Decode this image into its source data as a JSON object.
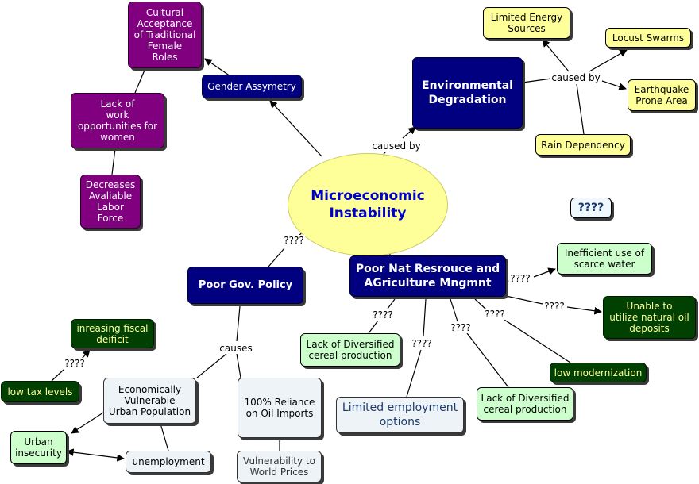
{
  "center": {
    "text": "Microeconomic\nInstability"
  },
  "nodes": {
    "gender_assymetry": "Gender Assymetry",
    "cultural_acceptance": "Cultural\nAcceptance\nof Traditional\nFemale\nRoles",
    "lack_work": "Lack of\nwork\nopportunities for\nwomen",
    "decreases_labor": "Decreases\nAvaliable\nLabor\nForce",
    "environmental": "Environmental\nDegradation",
    "limited_energy": "Limited Energy\nSources",
    "locust": "Locust Swarms",
    "earthquake": "Earthquake\nProne Area",
    "rain": "Rain Dependency",
    "unknown_box": "????",
    "poor_gov": "Poor Gov. Policy",
    "poor_nat": "Poor Nat Resrouce and\nAGriculture Mngmnt",
    "inefficient_water": "Inefficient use of\nscarce water",
    "unable_oil": "Unable to\nutilize natural oil\ndeposits",
    "low_modern": "low modernization",
    "lack_div_1": "Lack of Diversified\ncereal production",
    "lack_div_2": "Lack of Diversified\ncereal production",
    "limited_employment": "Limited employment\noptions",
    "fiscal_deficit": "inreasing fiscal\ndeificit",
    "low_tax": "low tax levels",
    "econ_vulnerable": "Economically\nVulnerable\nUrban Population",
    "oil_imports": "100% Reliance\non Oil Imports",
    "vuln_prices": "Vulnerability to\nWorld Prices",
    "urban_insecurity": "Urban\ninsecurity",
    "unemployment": "unemployment"
  },
  "edge_labels": {
    "caused_by_env": "caused by",
    "caused_by_right": "caused by",
    "q_gov": "????",
    "q_water": "????",
    "q_oil": "????",
    "q_lack1": "????",
    "q_limited": "????",
    "q_lack2": "????",
    "q_modern": "????",
    "causes": "causes",
    "q_tax": "????"
  }
}
